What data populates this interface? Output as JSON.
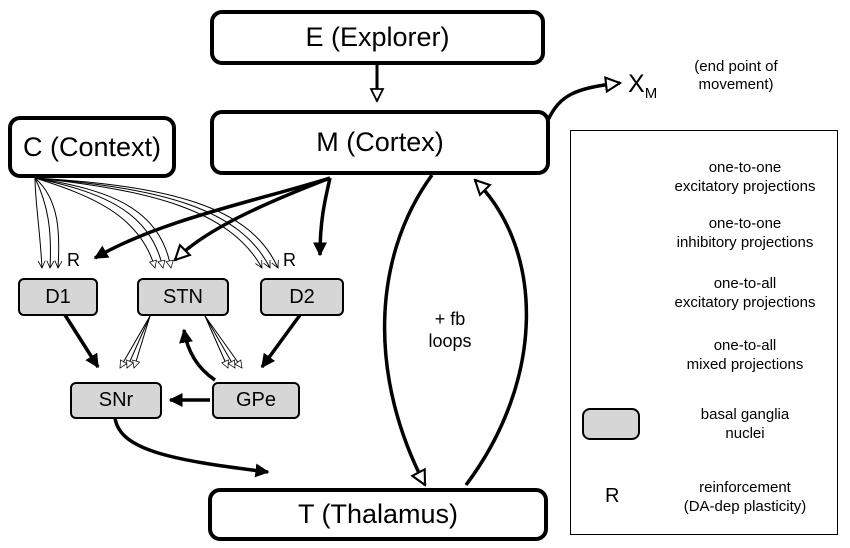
{
  "nodes": {
    "explorer": "E (Explorer)",
    "cortex": "M (Cortex)",
    "context": "C (Context)",
    "thalamus": "T (Thalamus)",
    "d1": "D1",
    "stn": "STN",
    "d2": "D2",
    "snr": "SNr",
    "gpe": "GPe"
  },
  "endpoint": {
    "symbol": "X",
    "subscript": "M",
    "note_line1": "(end point of",
    "note_line2": "movement)"
  },
  "reinforcement_marks": [
    "R",
    "R"
  ],
  "feedback": {
    "line1": "+ fb",
    "line2": "loops"
  },
  "legend": {
    "items": [
      {
        "line1": "one-to-one",
        "line2": "excitatory projections"
      },
      {
        "line1": "one-to-one",
        "line2": "inhibitory projections"
      },
      {
        "line1": "one-to-all",
        "line2": "excitatory projections"
      },
      {
        "line1": "one-to-all",
        "line2": "mixed projections"
      },
      {
        "line1": "basal ganglia",
        "line2": "nuclei"
      },
      {
        "line1": "reinforcement",
        "line2": "(DA-dep plasticity)"
      }
    ],
    "r_symbol": "R"
  }
}
